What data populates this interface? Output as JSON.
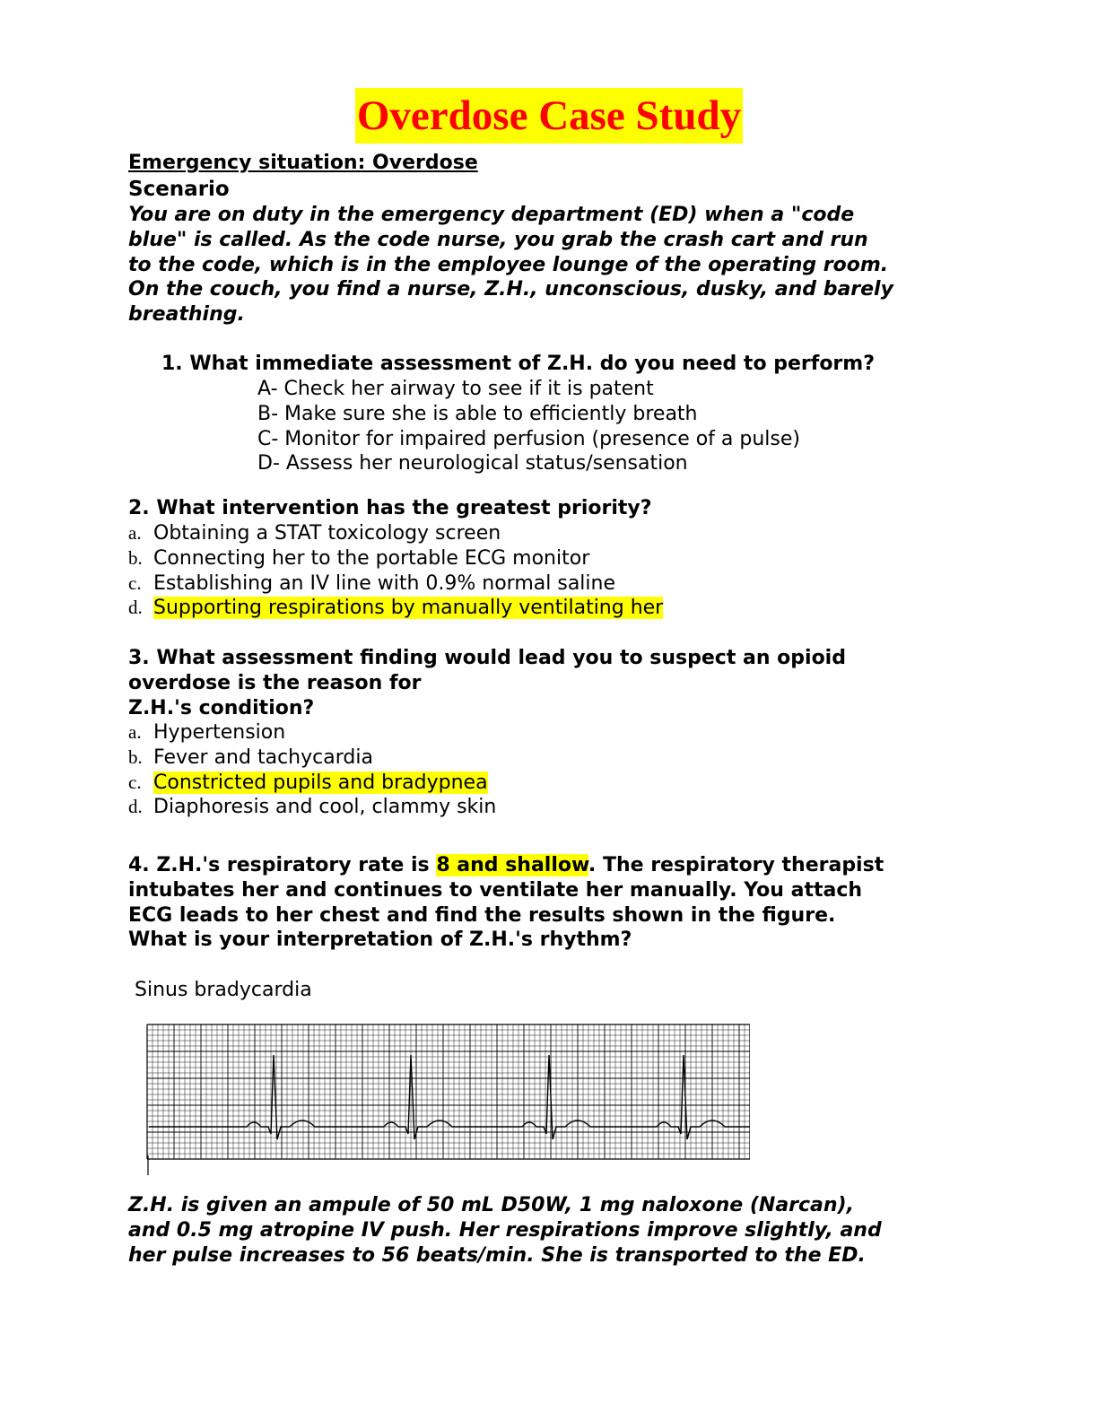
{
  "title": "Overdose Case Study",
  "section_heading": "Emergency situation: Overdose",
  "scenario_label": "Scenario",
  "scenario_lines": [
    "You are on duty in the emergency department (ED) when a \"code",
    "blue\" is called. As the code nurse, you grab the crash cart and run",
    "to the code, which is in the employee lounge of the operating room.",
    "On the couch, you find a nurse, Z.H., unconscious, dusky, and barely",
    "breathing."
  ],
  "q1": {
    "text": "1.  What immediate assessment of Z.H. do you need to perform?",
    "options": [
      "A- Check her airway to see if it is patent",
      "B- Make sure she is able to efficiently breath",
      "C- Monitor for impaired perfusion (presence of a pulse)",
      "D- Assess her neurological status/sensation"
    ]
  },
  "q2": {
    "text": "2. What intervention has the greatest priority?",
    "options": [
      {
        "letter": "a.",
        "text": "Obtaining a STAT toxicology screen"
      },
      {
        "letter": "b.",
        "text": "Connecting her to the portable ECG monitor"
      },
      {
        "letter": "c.",
        "text": "Establishing an IV line with 0.9% normal saline"
      },
      {
        "letter": "d.",
        "text": "Supporting respirations by manually ventilating her"
      }
    ]
  },
  "q3": {
    "lines": [
      "3. What assessment finding would lead you to suspect an opioid",
      "overdose is the reason for",
      "Z.H.'s condition?"
    ],
    "options": [
      {
        "letter": "a.",
        "text": "Hypertension"
      },
      {
        "letter": "b.",
        "text": "Fever and tachycardia"
      },
      {
        "letter": "c.",
        "text": "Constricted pupils and bradypnea"
      },
      {
        "letter": "d.",
        "text": "Diaphoresis and cool, clammy skin"
      }
    ]
  },
  "q4": {
    "line1_before": "4. Z.H.'s respiratory rate is ",
    "line1_highlight": "8 and shallow",
    "line1_after": ". The respiratory therapist",
    "lines": [
      "intubates her and continues to ventilate her manually. You attach",
      "ECG leads to her chest and find the results shown in the figure.",
      "What is your interpretation of Z.H.'s rhythm?"
    ]
  },
  "answer4": "Sinus bradycardia",
  "ending_lines": [
    "Z.H. is given an ampule of 50 mL D50W, 1 mg naloxone (Narcan),",
    "and 0.5 mg atropine IV push. Her respirations improve slightly, and",
    "her pulse increases to 56 beats/min. She is transported to the ED."
  ],
  "colors": {
    "highlight": "#ffff00",
    "title_text": "#ff0000"
  }
}
